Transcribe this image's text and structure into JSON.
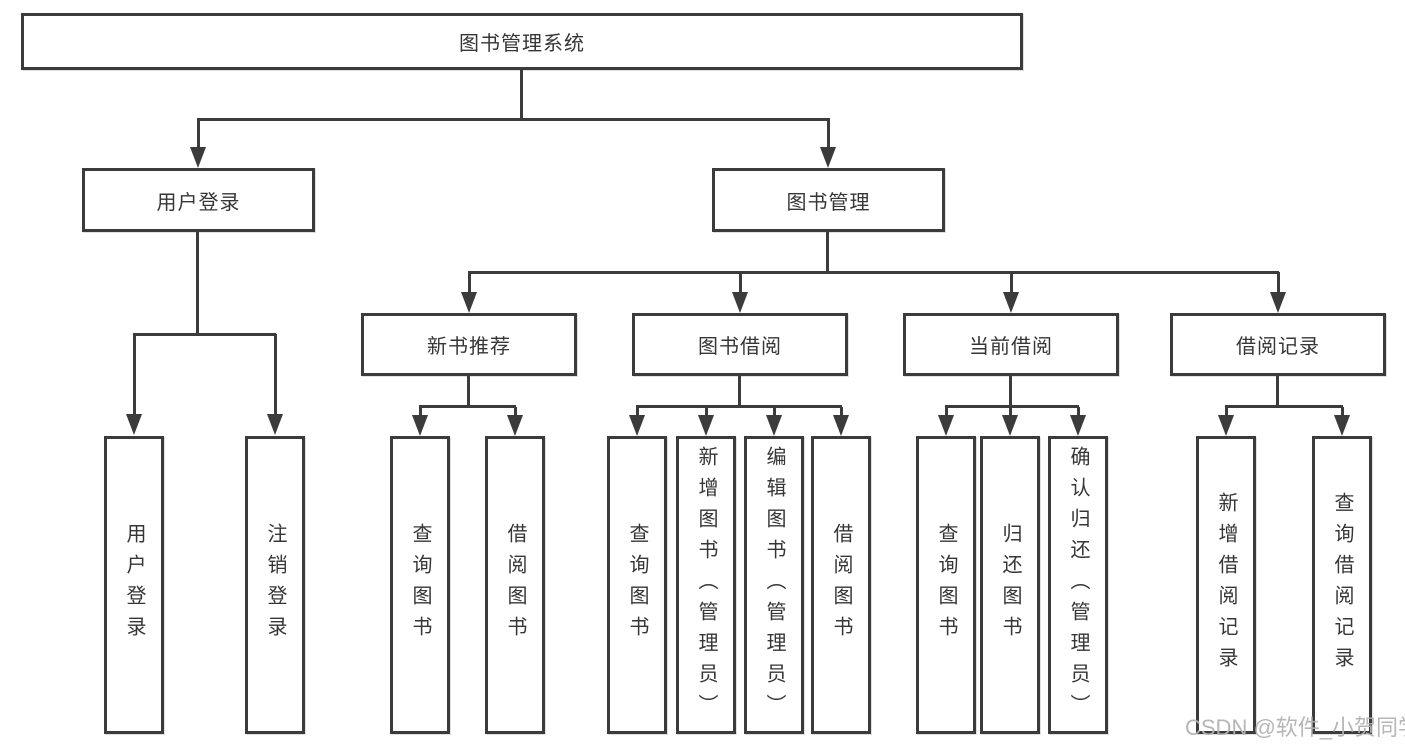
{
  "tree": {
    "root": {
      "label": "图书管理系统"
    },
    "branches": [
      {
        "label": "用户登录",
        "children": [
          {
            "label": "用户登录"
          },
          {
            "label": "注销登录"
          }
        ]
      },
      {
        "label": "图书管理",
        "children": [
          {
            "label": "新书推荐",
            "children": [
              {
                "label": "查询图书"
              },
              {
                "label": "借阅图书"
              }
            ]
          },
          {
            "label": "图书借阅",
            "children": [
              {
                "label": "查询图书"
              },
              {
                "label": "新增图书（管理员）"
              },
              {
                "label": "编辑图书（管理员）"
              },
              {
                "label": "借阅图书"
              }
            ]
          },
          {
            "label": "当前借阅",
            "children": [
              {
                "label": "查询图书"
              },
              {
                "label": "归还图书"
              },
              {
                "label": "确认归还（管理员）"
              }
            ]
          },
          {
            "label": "借阅记录",
            "children": [
              {
                "label": "新增借阅记录"
              },
              {
                "label": "查询借阅记录"
              }
            ]
          }
        ]
      }
    ]
  },
  "watermark": "CSDN @软件_小贺同学",
  "colors": {
    "line": "#3b3b3b",
    "text": "#363636",
    "box_fill": "#ffffff",
    "watermark": "#b2b2b2",
    "background": "#ffffff"
  }
}
